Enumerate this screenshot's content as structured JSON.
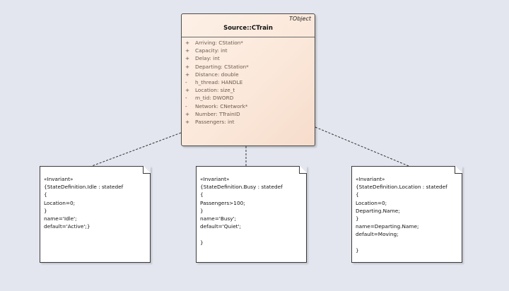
{
  "class": {
    "stereotype_tag": "TObject",
    "name": "Source::CTrain",
    "attributes": [
      {
        "vis": "+",
        "text": "Arriving: CStation*"
      },
      {
        "vis": "+",
        "text": "Capacity: int"
      },
      {
        "vis": "+",
        "text": "Delay: int"
      },
      {
        "vis": "+",
        "text": "Departing: CStation*"
      },
      {
        "vis": "+",
        "text": "Distance: double"
      },
      {
        "vis": "-",
        "text": "h_thread: HANDLE"
      },
      {
        "vis": "+",
        "text": "Location: size_t"
      },
      {
        "vis": "-",
        "text": "m_tid: DWORD"
      },
      {
        "vis": "-",
        "text": "Network: CNetwork*"
      },
      {
        "vis": "+",
        "text": "Number: TTrainID"
      },
      {
        "vis": "+",
        "text": "Passengers: int"
      }
    ]
  },
  "notes": [
    {
      "lines": [
        "«Invariant»",
        "{StateDefinition.Idle : statedef",
        "{",
        "Location=0;",
        "}",
        "name='Idle';",
        "default='Active';}"
      ]
    },
    {
      "lines": [
        "«Invariant»",
        "{StateDefinition.Busy : statedef",
        "{",
        "Passengers>100;",
        "}",
        "name='Busy';",
        "default='Quiet';",
        "",
        "}"
      ]
    },
    {
      "lines": [
        "«Invariant»",
        "{StateDefinition.Location : statedef",
        "{",
        "Location=0;",
        "Departing.Name;",
        "}",
        "name=Departing.Name;",
        "default=Moving;",
        "",
        "}"
      ]
    }
  ],
  "colors": {
    "background": "#e3e6ee",
    "class_fill": "#fbe8da",
    "attribute_text": "#6b5a4e",
    "note_fill": "#ffffff",
    "border": "#3a3a3a"
  }
}
